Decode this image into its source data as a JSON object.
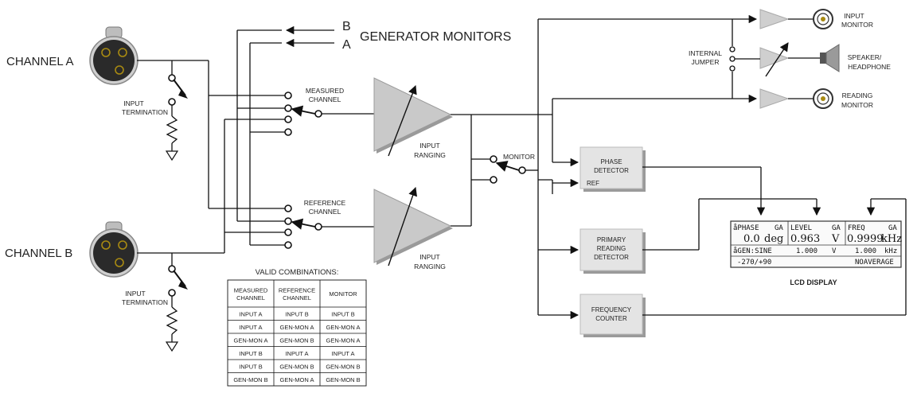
{
  "inputs": {
    "channel_a": "CHANNEL A",
    "channel_b": "CHANNEL B",
    "termination_line1": "INPUT",
    "termination_line2": "TERMINATION"
  },
  "generator": {
    "label": "GENERATOR MONITORS",
    "b": "B",
    "a": "A"
  },
  "switches": {
    "measured_line1": "MEASURED",
    "measured_line2": "CHANNEL",
    "reference_line1": "REFERENCE",
    "reference_line2": "CHANNEL",
    "monitor": "MONITOR"
  },
  "ranging": {
    "line1": "INPUT",
    "line2": "RANGING"
  },
  "blocks": {
    "phase_line1": "PHASE",
    "phase_line2": "DETECTOR",
    "ref": "REF",
    "primary_line1": "PRIMARY",
    "primary_line2": "READING",
    "primary_line3": "DETECTOR",
    "freq_line1": "FREQUENCY",
    "freq_line2": "COUNTER"
  },
  "outputs": {
    "jumper_line1": "INTERNAL",
    "jumper_line2": "JUMPER",
    "input_mon_line1": "INPUT",
    "input_mon_line2": "MONITOR",
    "speaker_line1": "SPEAKER/",
    "speaker_line2": "HEADPHONE",
    "reading_mon_line1": "READING",
    "reading_mon_line2": "MONITOR"
  },
  "lcd": {
    "caption": "LCD DISPLAY",
    "phase_hdr": "åPHASE",
    "phase_ga": "GA",
    "level_hdr": "LEVEL",
    "level_ga": "GA",
    "freq_hdr": "FREQ",
    "freq_ga": "GA",
    "phase_val": "0.0",
    "phase_unit": "deg",
    "level_val": "0.963",
    "level_unit": "V",
    "freq_val": "0.9999",
    "freq_unit": "kHz",
    "gen_line": "åGEN:SINE",
    "gen_level": "1.000",
    "gen_level_unit": "V",
    "gen_freq": "1.000",
    "gen_freq_unit": "kHz",
    "range": "-270/+90",
    "average": "NOAVERAGE"
  },
  "table": {
    "title": "VALID COMBINATIONS:",
    "headers": [
      [
        "MEASURED",
        "CHANNEL"
      ],
      [
        "REFERENCE",
        "CHANNEL"
      ],
      [
        "MONITOR"
      ]
    ],
    "rows": [
      [
        "INPUT A",
        "INPUT B",
        "INPUT B"
      ],
      [
        "INPUT A",
        "GEN-MON A",
        "GEN-MON A"
      ],
      [
        "GEN-MON A",
        "GEN-MON B",
        "GEN-MON A"
      ],
      [
        "INPUT B",
        "INPUT A",
        "INPUT A"
      ],
      [
        "INPUT B",
        "GEN-MON B",
        "GEN-MON B"
      ],
      [
        "GEN-MON B",
        "GEN-MON A",
        "GEN-MON B"
      ]
    ]
  },
  "colors": {
    "amplifier_fill": "#c9c9c9",
    "block_fill": "#e4e4e4",
    "connector_body": "#2a2a2a",
    "pin_gold": "#a88a12"
  }
}
